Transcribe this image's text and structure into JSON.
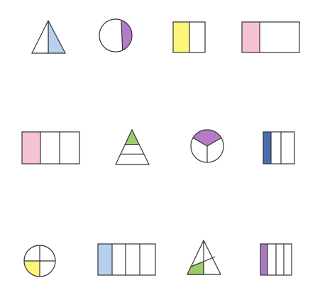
{
  "colors": {
    "stroke": "#333333",
    "background": "#ffffff",
    "light_blue": "#b8d0ee",
    "lavender": "#b57bc6",
    "yellow": "#fdf57a",
    "pink": "#f6c3d6",
    "green": "#9ccc6a",
    "dark_blue": "#4a6fb0",
    "purple": "#a979c0"
  },
  "shapes": [
    {
      "row": 1,
      "col": 1,
      "shape": "triangle",
      "split": "vertical-halves",
      "total_parts": 2,
      "shaded_parts": 1,
      "shaded_color": "light_blue"
    },
    {
      "row": 1,
      "col": 2,
      "shape": "circle",
      "split": "chord",
      "total_parts": 2,
      "shaded_parts": 1,
      "shaded_color": "lavender"
    },
    {
      "row": 1,
      "col": 3,
      "shape": "rectangle",
      "split": "vertical-strips",
      "total_parts": 2,
      "shaded_parts": 1,
      "shaded_color": "yellow"
    },
    {
      "row": 1,
      "col": 4,
      "shape": "rectangle",
      "split": "unequal",
      "total_parts": 2,
      "shaded_parts": 1,
      "shaded_color": "pink"
    },
    {
      "row": 2,
      "col": 1,
      "shape": "rectangle",
      "split": "vertical-strips",
      "total_parts": 3,
      "shaded_parts": 1,
      "shaded_color": "pink"
    },
    {
      "row": 2,
      "col": 2,
      "shape": "triangle",
      "split": "horizontal-bands",
      "total_parts": 3,
      "shaded_parts": 1,
      "shaded_color": "green"
    },
    {
      "row": 2,
      "col": 3,
      "shape": "circle",
      "split": "radial-thirds",
      "total_parts": 3,
      "shaded_parts": 1,
      "shaded_color": "lavender"
    },
    {
      "row": 2,
      "col": 4,
      "shape": "rectangle",
      "split": "vertical-strips",
      "total_parts": 3,
      "shaded_parts": 1,
      "shaded_color": "dark_blue"
    },
    {
      "row": 3,
      "col": 1,
      "shape": "circle",
      "split": "quarters",
      "total_parts": 4,
      "shaded_parts": 1,
      "shaded_color": "yellow"
    },
    {
      "row": 3,
      "col": 2,
      "shape": "rectangle",
      "split": "vertical-strips",
      "total_parts": 4,
      "shaded_parts": 1,
      "shaded_color": "light_blue"
    },
    {
      "row": 3,
      "col": 3,
      "shape": "triangle",
      "split": "unequal",
      "total_parts": 4,
      "shaded_parts": 1,
      "shaded_color": "green"
    },
    {
      "row": 3,
      "col": 4,
      "shape": "rectangle",
      "split": "vertical-strips",
      "total_parts": 4,
      "shaded_parts": 1,
      "shaded_color": "purple"
    }
  ]
}
